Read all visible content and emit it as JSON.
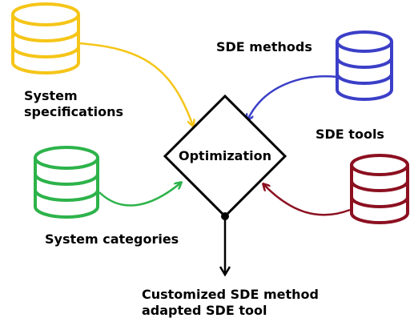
{
  "center": {
    "label": "Optimization"
  },
  "inputs": {
    "system_specifications": {
      "line1": "System",
      "line2": "specifications",
      "color": "#F5C518",
      "icon": "database-icon"
    },
    "system_categories": {
      "label": "System categories",
      "color": "#2DB34A",
      "icon": "database-icon"
    },
    "sde_methods": {
      "label": "SDE methods",
      "color": "#3B3FC7",
      "icon": "database-icon"
    },
    "sde_tools": {
      "label": "SDE tools",
      "color": "#8B1020",
      "icon": "database-icon"
    }
  },
  "output": {
    "line1": "Customized SDE method",
    "line2": "adapted SDE tool"
  }
}
